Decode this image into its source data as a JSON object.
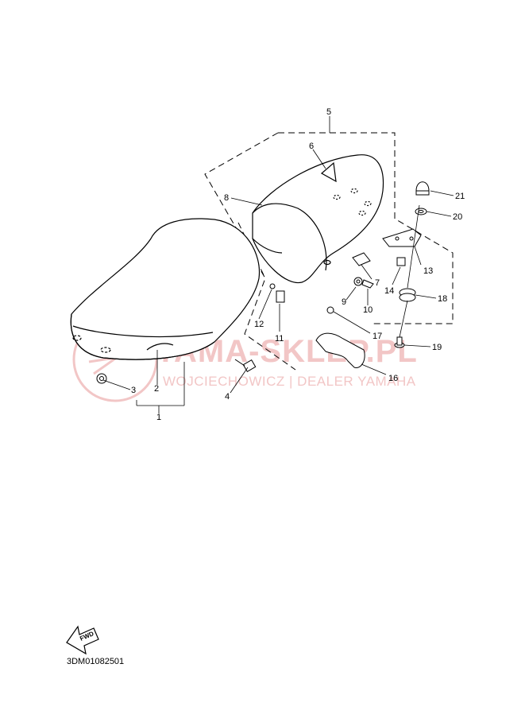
{
  "watermark": {
    "main": "YAMA-SKLEP.PL",
    "sub": "WOJCIECHOWICZ | DEALER YAMAHA"
  },
  "diagram_code": "3DM01082501",
  "fwd_label": "FWD",
  "part_labels": [
    "1",
    "2",
    "3",
    "4",
    "5",
    "6",
    "7",
    "8",
    "9",
    "10",
    "11",
    "12",
    "13",
    "14",
    "16",
    "17",
    "18",
    "19",
    "20",
    "21"
  ],
  "colors": {
    "line": "#000000",
    "watermark": "#f2c6c6"
  }
}
